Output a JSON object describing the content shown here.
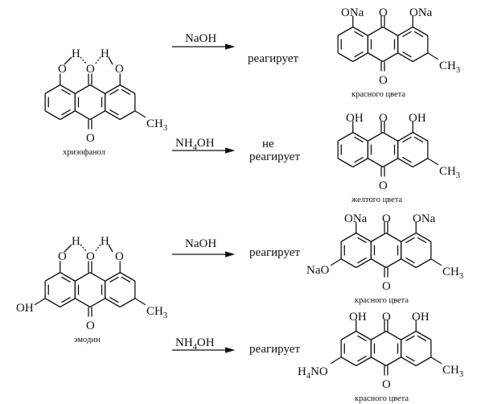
{
  "reactions": [
    {
      "reagent_main": "NaOH",
      "result": "реагирует"
    },
    {
      "reagent_main": "NH",
      "reagent_sub": "4",
      "reagent_tail": "OH",
      "result_line1": "не",
      "result_line2": "реагирует"
    },
    {
      "reagent_main": "NaOH",
      "result": "реагирует"
    },
    {
      "reagent_main": "NH",
      "reagent_sub": "4",
      "reagent_tail": "OH",
      "result": "реагирует"
    }
  ],
  "molecules": {
    "chrysophanol": {
      "name": "хризофанол",
      "o": "O",
      "h": "H",
      "ch": "CH",
      "ch_sub": "3"
    },
    "emodin": {
      "name": "эмодин",
      "o": "O",
      "h": "H",
      "oh": "OH",
      "ch": "CH",
      "ch_sub": "3"
    },
    "product1": {
      "color_label": "красного цвета",
      "ona": "ONa",
      "o": "O",
      "ch": "CH",
      "ch_sub": "3"
    },
    "product2": {
      "color_label": "желтого цвета",
      "oh": "OH",
      "o": "O",
      "ch": "CH",
      "ch_sub": "3"
    },
    "product3": {
      "color_label": "красного цвета",
      "ona": "ONa",
      "nao": "NaO",
      "o": "O",
      "ch": "CH",
      "ch_sub": "3"
    },
    "product4": {
      "color_label": "красного цвета",
      "oh": "OH",
      "h4": "H",
      "h4_sub": "4",
      "no": "NO",
      "o": "O",
      "ch": "CH",
      "ch_sub": "3"
    }
  }
}
